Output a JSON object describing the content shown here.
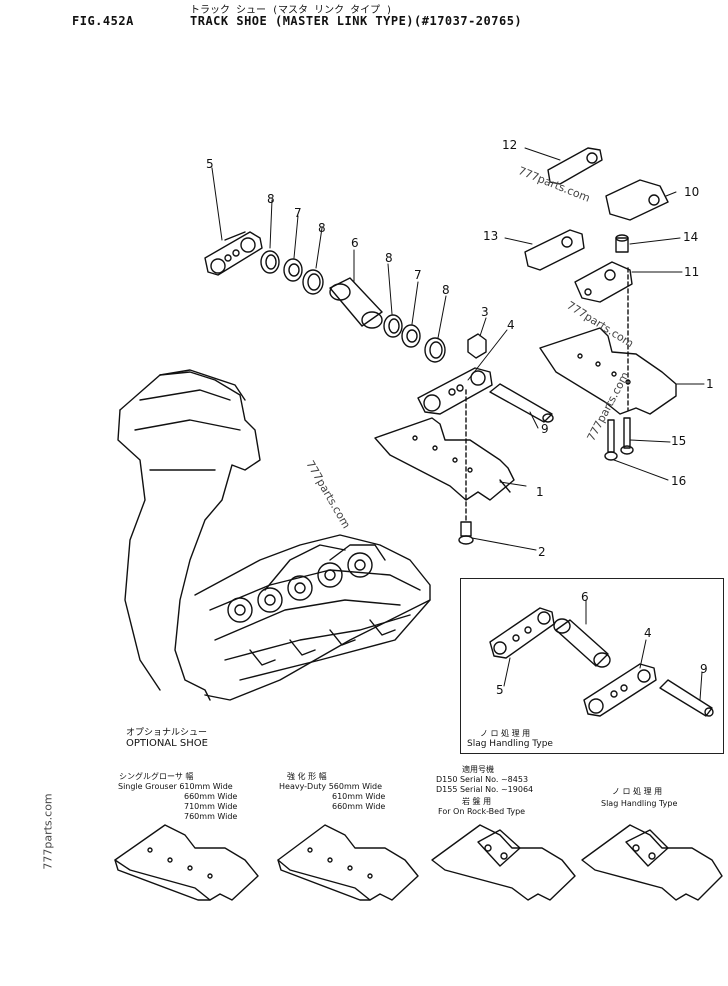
{
  "header": {
    "fig": "FIG.452A",
    "japanese_title": "トラック シュー (マスタ リンク タイプ )",
    "title": "TRACK SHOE (MASTER LINK TYPE)(#17037-20765)"
  },
  "callouts": [
    "1",
    "1",
    "2",
    "3",
    "4",
    "5",
    "6",
    "7",
    "7",
    "8",
    "8",
    "8",
    "9",
    "10",
    "11",
    "12",
    "13",
    "14",
    "15",
    "16"
  ],
  "inset": {
    "callouts": [
      "4",
      "5",
      "6",
      "9"
    ],
    "label_jp": "ノ ロ 処 理 用",
    "label": "Slag Handling Type"
  },
  "optional": {
    "label_jp": "オプショナルシュー",
    "label": "OPTIONAL SHOE"
  },
  "shoes": [
    {
      "jp": "シングルグローサ      幅",
      "lines": [
        "Single Grouser 610mm Wide",
        "660mm Wide",
        "710mm Wide",
        "760mm Wide"
      ]
    },
    {
      "jp": "強 化 形          幅",
      "lines": [
        "Heavy-Duty 560mm Wide",
        "610mm Wide",
        "660mm Wide"
      ]
    },
    {
      "jp_top": "適用号機",
      "lines": [
        "D150 Serial No. ~8453",
        "D155 Serial No. ~19064"
      ],
      "jp": "岩 盤 用",
      "label": "For On Rock-Bed Type"
    },
    {
      "jp": "ノ ロ 処 理 用",
      "label": "Slag Handling Type"
    }
  ],
  "watermarks": [
    "777parts.com",
    "777parts.com",
    "777parts.com",
    "777parts.com",
    "777parts.com"
  ]
}
